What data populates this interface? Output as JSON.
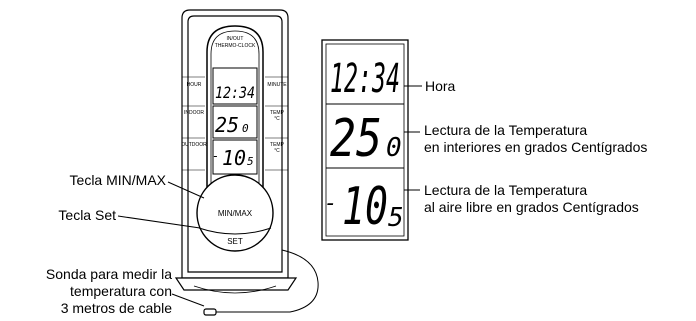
{
  "device": {
    "header_line1": "IN/OUT",
    "header_line2": "THERMO-CLOCK",
    "side_hour": "HOUR",
    "side_indoor": "INDOOR",
    "side_outdoor": "OUTDOOR",
    "side_minute": "MINUTE",
    "side_temp_indoor": "TEMP\n°C",
    "side_temp_outdoor": "TEMP\n°C",
    "display_time": "12:34",
    "display_indoor_main": "25",
    "display_indoor_decimal": "0",
    "display_outdoor_sign": "-",
    "display_outdoor_main": "10",
    "display_outdoor_decimal": "5",
    "button_minmax": "MIN/MAX",
    "button_set": "SET"
  },
  "large_display": {
    "time": "12:34",
    "indoor_main": "25",
    "indoor_decimal": "0",
    "outdoor_sign": "-",
    "outdoor_main": "10",
    "outdoor_decimal": "5"
  },
  "labels": {
    "minmax_key": "Tecla MIN/MAX",
    "set_key": "Tecla Set",
    "probe_line1": "Sonda para medir la",
    "probe_line2": "temperatura con",
    "probe_line3": "3 metros de cable",
    "hour": "Hora",
    "indoor_line1": "Lectura de la Temperatura",
    "indoor_line2": "en interiores en grados Centígrados",
    "outdoor_line1": "Lectura de la Temperatura",
    "outdoor_line2": "al aire libre en grados Centígrados"
  }
}
